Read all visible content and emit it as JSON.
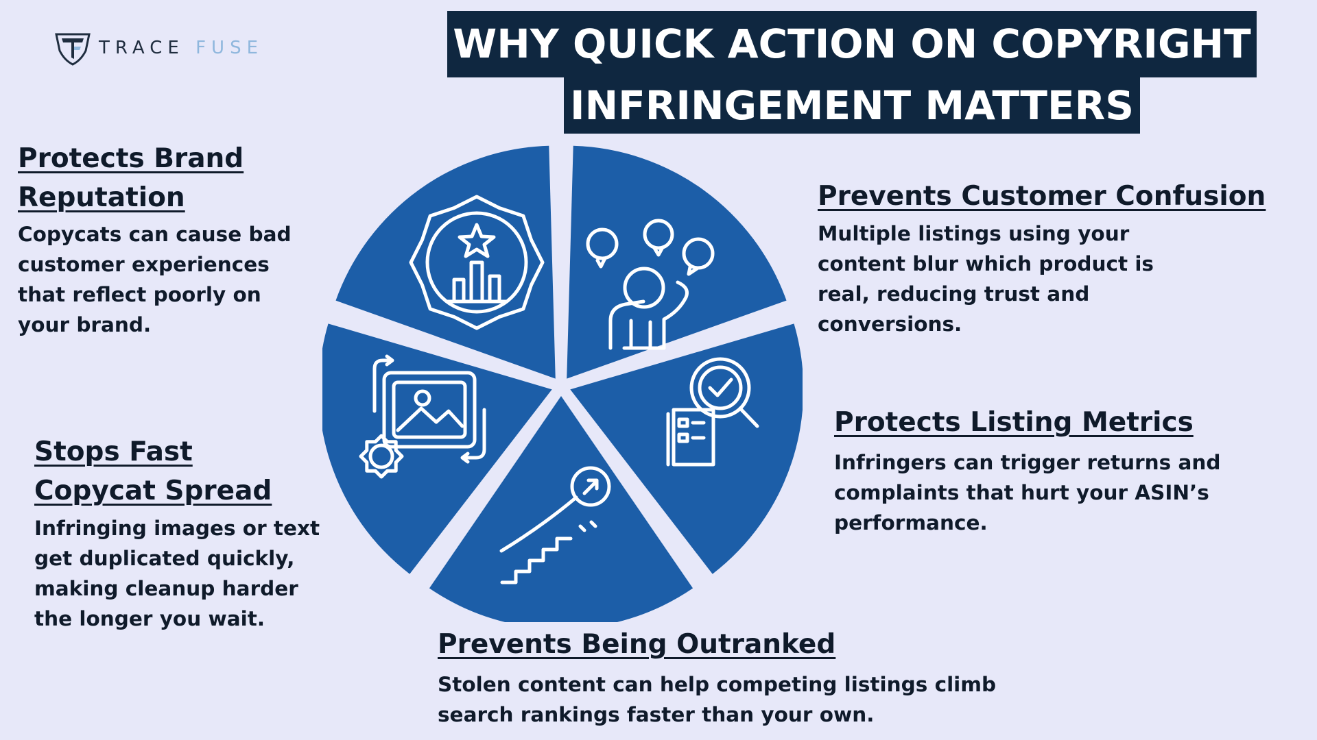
{
  "brand": {
    "name_part1": "TRACE",
    "name_part2": "FUSE"
  },
  "title": {
    "line1": "WHY QUICK ACTION ON COPYRIGHT",
    "line2": "INFRINGEMENT MATTERS"
  },
  "sections": {
    "brand_reputation": {
      "heading_line1": "Protects Brand",
      "heading_line2": "Reputation",
      "body": "Copycats can cause bad customer experiences that reflect poorly on your brand."
    },
    "customer_confusion": {
      "heading": "Prevents Customer Confusion",
      "body": "Multiple listings using your content blur which product is real, reducing trust and conversions."
    },
    "listing_metrics": {
      "heading": "Protects Listing Metrics",
      "body": "Infringers can trigger returns and complaints that hurt your ASIN’s performance."
    },
    "copycat_spread": {
      "heading_line1": "Stops Fast",
      "heading_line2": "Copycat Spread",
      "body": "Infringing images or text get duplicated quickly, making cleanup harder the longer you wait."
    },
    "outranked": {
      "heading": "Prevents Being Outranked",
      "body": "Stolen content can help competing listings climb search rankings faster than your own."
    }
  },
  "wheel": {
    "segment_color": "#1c5ea8",
    "icon_color": "#ffffff",
    "icons": [
      "award-badge-icon",
      "confused-person-icon",
      "search-checklist-icon",
      "ranking-stairs-icon",
      "image-sync-icon"
    ]
  }
}
